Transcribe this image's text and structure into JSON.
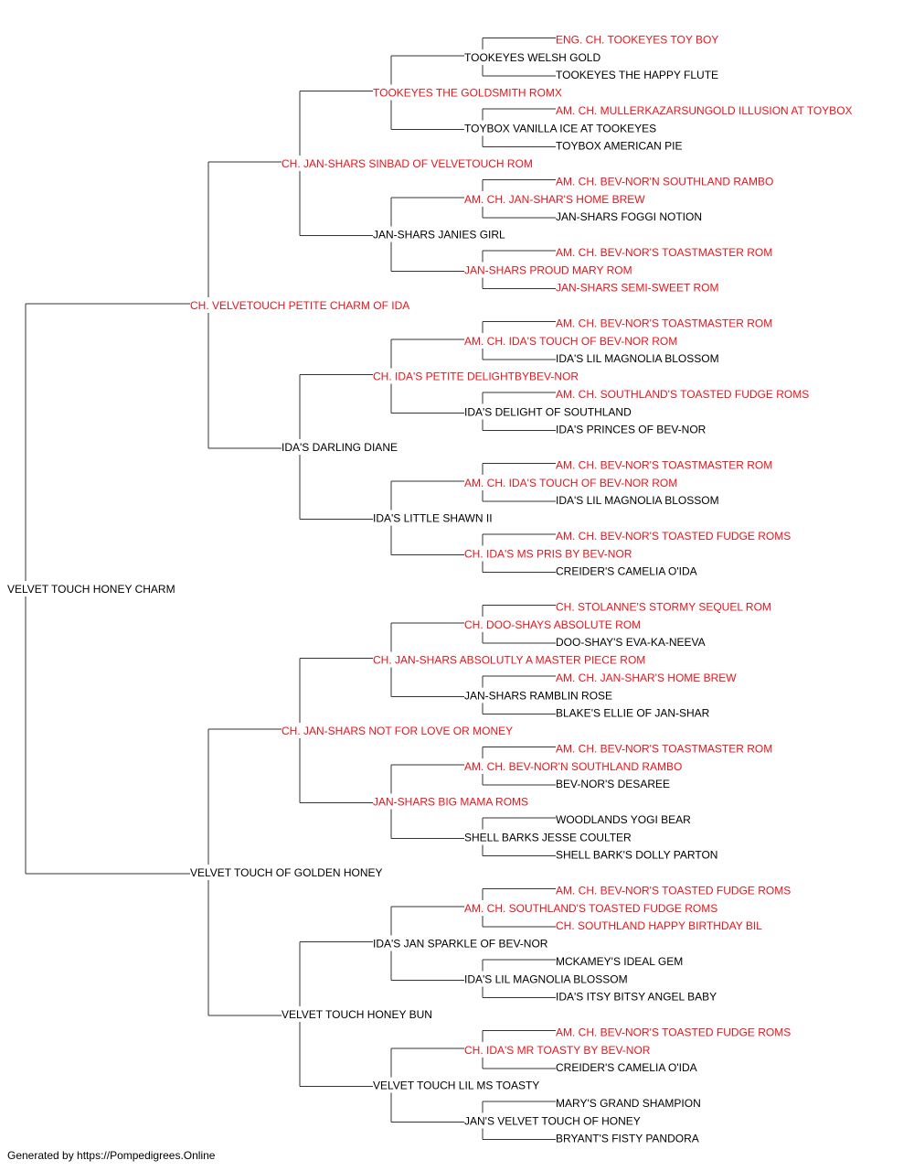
{
  "colors": {
    "champion": "#e8141b",
    "normal": "#000000",
    "connector": "#333333"
  },
  "pedigree": {
    "name": "VELVET TOUCH HONEY CHARM",
    "champion": false,
    "sire": {
      "name": "CH. VELVETOUCH PETITE CHARM OF IDA",
      "champion": true,
      "sire": {
        "name": "CH. JAN-SHARS SINBAD OF VELVETOUCH ROM",
        "champion": true,
        "sire": {
          "name": "TOOKEYES THE GOLDSMITH ROMX",
          "champion": true,
          "sire": {
            "name": "TOOKEYES WELSH GOLD",
            "champion": false,
            "sire": {
              "name": "ENG. CH. TOOKEYES TOY BOY",
              "champion": true
            },
            "dam": {
              "name": "TOOKEYES THE HAPPY FLUTE",
              "champion": false
            }
          },
          "dam": {
            "name": "TOYBOX VANILLA ICE AT TOOKEYES",
            "champion": false,
            "sire": {
              "name": "AM. CH. MULLERKAZARSUNGOLD ILLUSION AT TOYBOX",
              "champion": true
            },
            "dam": {
              "name": "TOYBOX AMERICAN PIE",
              "champion": false
            }
          }
        },
        "dam": {
          "name": "JAN-SHARS JANIES GIRL",
          "champion": false,
          "sire": {
            "name": "AM. CH. JAN-SHAR'S HOME BREW",
            "champion": true,
            "sire": {
              "name": "AM. CH. BEV-NOR'N SOUTHLAND RAMBO",
              "champion": true
            },
            "dam": {
              "name": "JAN-SHARS FOGGI NOTION",
              "champion": false
            }
          },
          "dam": {
            "name": "JAN-SHARS PROUD MARY ROM",
            "champion": true,
            "sire": {
              "name": "AM. CH. BEV-NOR'S TOASTMASTER ROM",
              "champion": true
            },
            "dam": {
              "name": "JAN-SHARS SEMI-SWEET ROM",
              "champion": true
            }
          }
        }
      },
      "dam": {
        "name": "IDA'S DARLING DIANE",
        "champion": false,
        "sire": {
          "name": "CH. IDA'S PETITE DELIGHTBYBEV-NOR",
          "champion": true,
          "sire": {
            "name": "AM. CH. IDA'S TOUCH OF BEV-NOR ROM",
            "champion": true,
            "sire": {
              "name": "AM. CH. BEV-NOR'S TOASTMASTER ROM",
              "champion": true
            },
            "dam": {
              "name": "IDA'S LIL MAGNOLIA BLOSSOM",
              "champion": false
            }
          },
          "dam": {
            "name": "IDA'S DELIGHT OF SOUTHLAND",
            "champion": false,
            "sire": {
              "name": "AM. CH. SOUTHLAND'S TOASTED FUDGE ROMS",
              "champion": true
            },
            "dam": {
              "name": "IDA'S PRINCES OF BEV-NOR",
              "champion": false
            }
          }
        },
        "dam": {
          "name": "IDA'S LITTLE SHAWN II",
          "champion": false,
          "sire": {
            "name": "AM. CH. IDA'S TOUCH OF BEV-NOR ROM",
            "champion": true,
            "sire": {
              "name": "AM. CH. BEV-NOR'S TOASTMASTER ROM",
              "champion": true
            },
            "dam": {
              "name": "IDA'S LIL MAGNOLIA BLOSSOM",
              "champion": false
            }
          },
          "dam": {
            "name": "CH. IDA'S MS PRIS BY BEV-NOR",
            "champion": true,
            "sire": {
              "name": "AM. CH. BEV-NOR'S TOASTED FUDGE ROMS",
              "champion": true
            },
            "dam": {
              "name": "CREIDER'S CAMELIA O'IDA",
              "champion": false
            }
          }
        }
      }
    },
    "dam": {
      "name": "VELVET TOUCH OF GOLDEN HONEY",
      "champion": false,
      "sire": {
        "name": "CH. JAN-SHARS NOT FOR LOVE OR MONEY",
        "champion": true,
        "sire": {
          "name": "CH. JAN-SHARS ABSOLUTLY A MASTER PIECE ROM",
          "champion": true,
          "sire": {
            "name": "CH. DOO-SHAYS ABSOLUTE ROM",
            "champion": true,
            "sire": {
              "name": "CH. STOLANNE'S STORMY SEQUEL ROM",
              "champion": true
            },
            "dam": {
              "name": "DOO-SHAY'S EVA-KA-NEEVA",
              "champion": false
            }
          },
          "dam": {
            "name": "JAN-SHARS RAMBLIN ROSE",
            "champion": false,
            "sire": {
              "name": "AM. CH. JAN-SHAR'S HOME BREW",
              "champion": true
            },
            "dam": {
              "name": "BLAKE'S ELLIE OF JAN-SHAR",
              "champion": false
            }
          }
        },
        "dam": {
          "name": "JAN-SHARS BIG MAMA ROMS",
          "champion": true,
          "sire": {
            "name": "AM. CH. BEV-NOR'N SOUTHLAND RAMBO",
            "champion": true,
            "sire": {
              "name": "AM. CH. BEV-NOR'S TOASTMASTER ROM",
              "champion": true
            },
            "dam": {
              "name": "BEV-NOR'S DESAREE",
              "champion": false
            }
          },
          "dam": {
            "name": "SHELL BARKS JESSE COULTER",
            "champion": false,
            "sire": {
              "name": "WOODLANDS YOGI BEAR",
              "champion": false
            },
            "dam": {
              "name": "SHELL BARK'S DOLLY PARTON",
              "champion": false
            }
          }
        }
      },
      "dam": {
        "name": "VELVET TOUCH HONEY BUN",
        "champion": false,
        "sire": {
          "name": "IDA'S JAN SPARKLE OF BEV-NOR",
          "champion": false,
          "sire": {
            "name": "AM. CH. SOUTHLAND'S TOASTED FUDGE ROMS",
            "champion": true,
            "sire": {
              "name": "AM. CH. BEV-NOR'S TOASTED FUDGE ROMS",
              "champion": true
            },
            "dam": {
              "name": "CH. SOUTHLAND HAPPY BIRTHDAY BIL",
              "champion": true
            }
          },
          "dam": {
            "name": "IDA'S LIL MAGNOLIA BLOSSOM",
            "champion": false,
            "sire": {
              "name": "MCKAMEY'S IDEAL GEM",
              "champion": false
            },
            "dam": {
              "name": "IDA'S ITSY BITSY ANGEL BABY",
              "champion": false
            }
          }
        },
        "dam": {
          "name": "VELVET TOUCH LIL MS TOASTY",
          "champion": false,
          "sire": {
            "name": "CH. IDA'S MR TOASTY BY BEV-NOR",
            "champion": true,
            "sire": {
              "name": "AM. CH. BEV-NOR'S TOASTED FUDGE ROMS",
              "champion": true
            },
            "dam": {
              "name": "CREIDER'S CAMELIA O'IDA",
              "champion": false
            }
          },
          "dam": {
            "name": "JAN'S VELVET TOUCH OF HONEY",
            "champion": false,
            "sire": {
              "name": "MARY'S GRAND SHAMPION",
              "champion": false
            },
            "dam": {
              "name": "BRYANT'S FISTY PANDORA",
              "champion": false
            }
          }
        }
      }
    }
  },
  "footer": {
    "text": "Generated by https://Pompedigrees.Online"
  }
}
